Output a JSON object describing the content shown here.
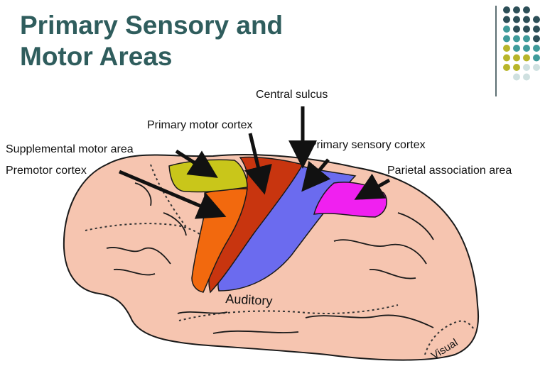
{
  "title": {
    "line1": "Primary Sensory and",
    "line2": "Motor Areas"
  },
  "labels": {
    "central_sulcus": "Central sulcus",
    "primary_motor_cortex": "Primary motor cortex",
    "supplemental_motor_area": "Supplemental motor area",
    "premotor_cortex": "Premotor cortex",
    "primary_sensory_cortex": "Primary sensory cortex",
    "parietal_association_area": "Parietal association area",
    "auditory": "Auditory",
    "visual": "Visual"
  },
  "colors": {
    "title": "#2f5d5d",
    "brain": "#f6c5b0",
    "supplemental_motor_area": "#c9c61a",
    "premotor_cortex": "#f2690e",
    "primary_motor_cortex": "#c8350f",
    "primary_sensory_cortex": "#6b6bef",
    "parietal_association_area": "#f020f0",
    "dot_dark": "#2c4e57",
    "dot_teal": "#3f9b9b",
    "dot_olive": "#b8b52a",
    "dot_light": "#cfe0e0"
  }
}
